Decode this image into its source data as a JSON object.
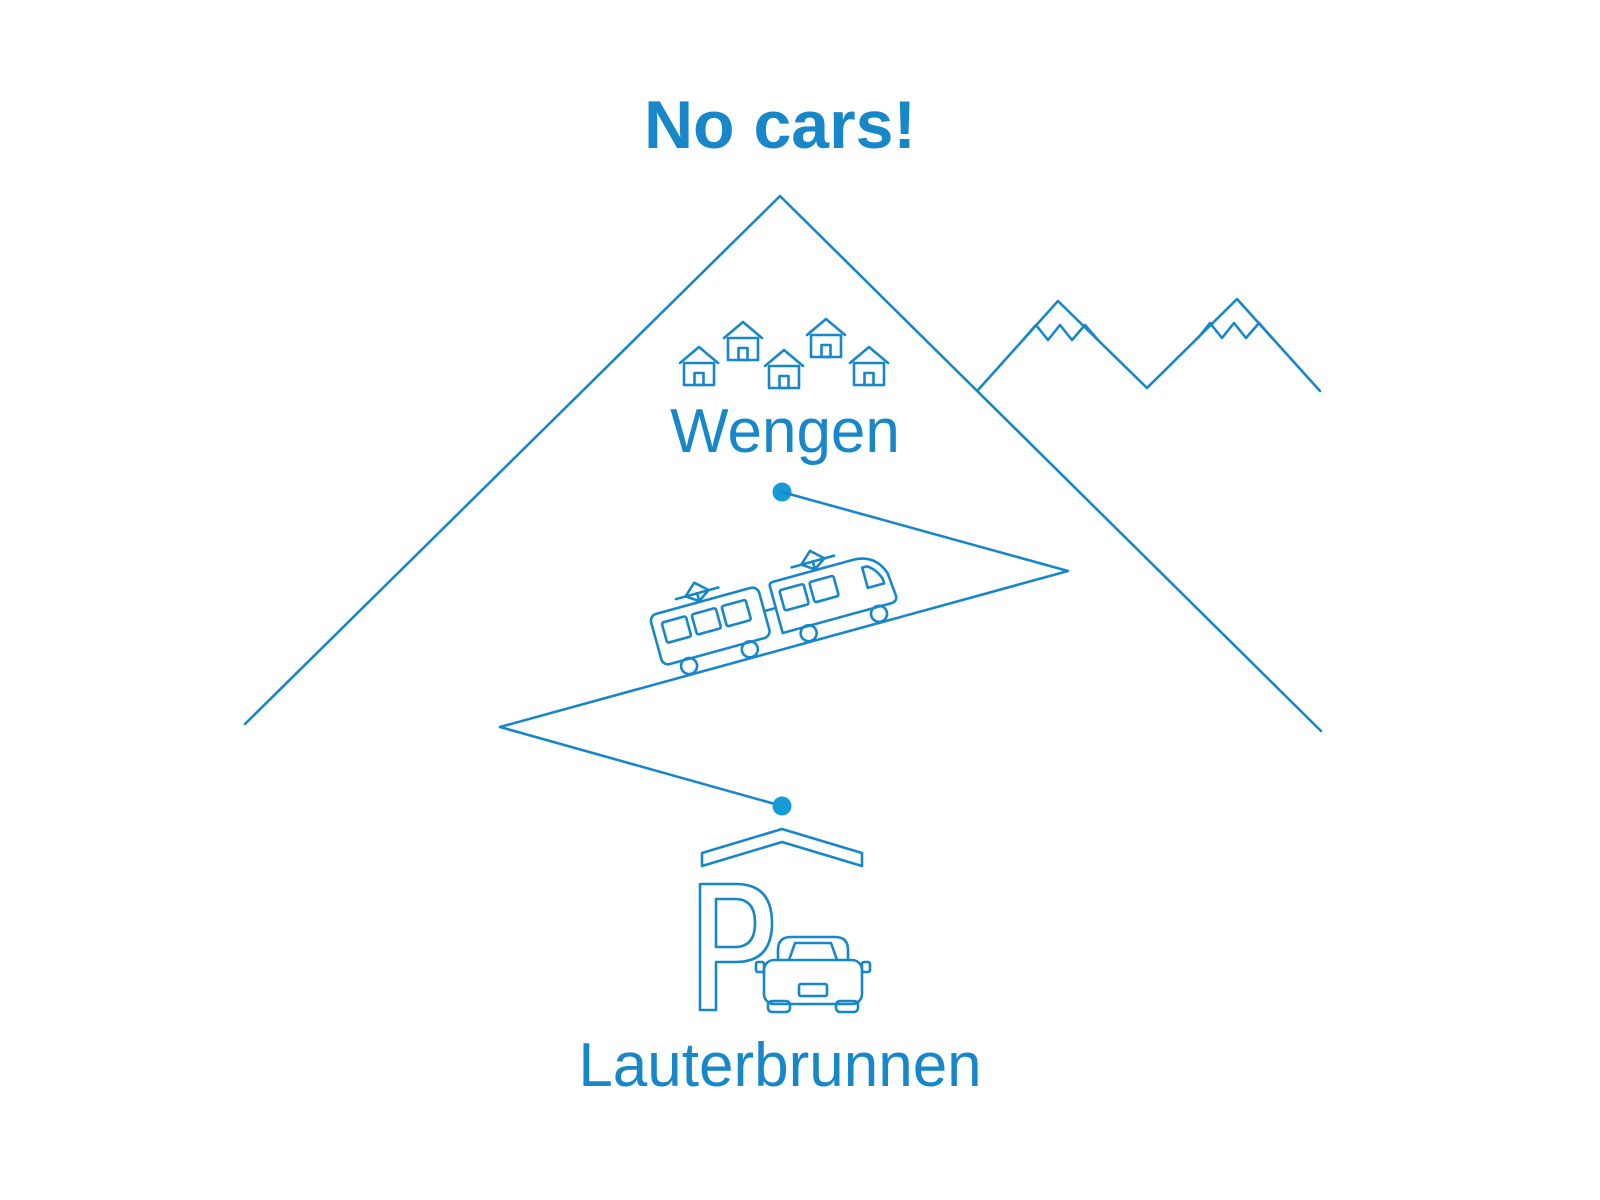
{
  "diagram": {
    "title": "No cars!",
    "upper_station": "Wengen",
    "lower_station": "Lauterbrunnen",
    "parking_letter": "P",
    "icons": {
      "big-mountain-icon": "large mountain outline",
      "snow-peaks-icon": "two snow-capped peaks",
      "house-icon": "village house outline, five houses",
      "station-dot": "filled round station marker",
      "railway-line": "zigzag mountain railway line",
      "train-icon": "two-car cog railway train with pantographs",
      "parking-garage-icon": "covered parking garage with P sign",
      "car-icon": "parked car front view"
    },
    "colors": {
      "accent": "#1787ca",
      "dot": "#169bd7",
      "background": "#ffffff"
    }
  }
}
